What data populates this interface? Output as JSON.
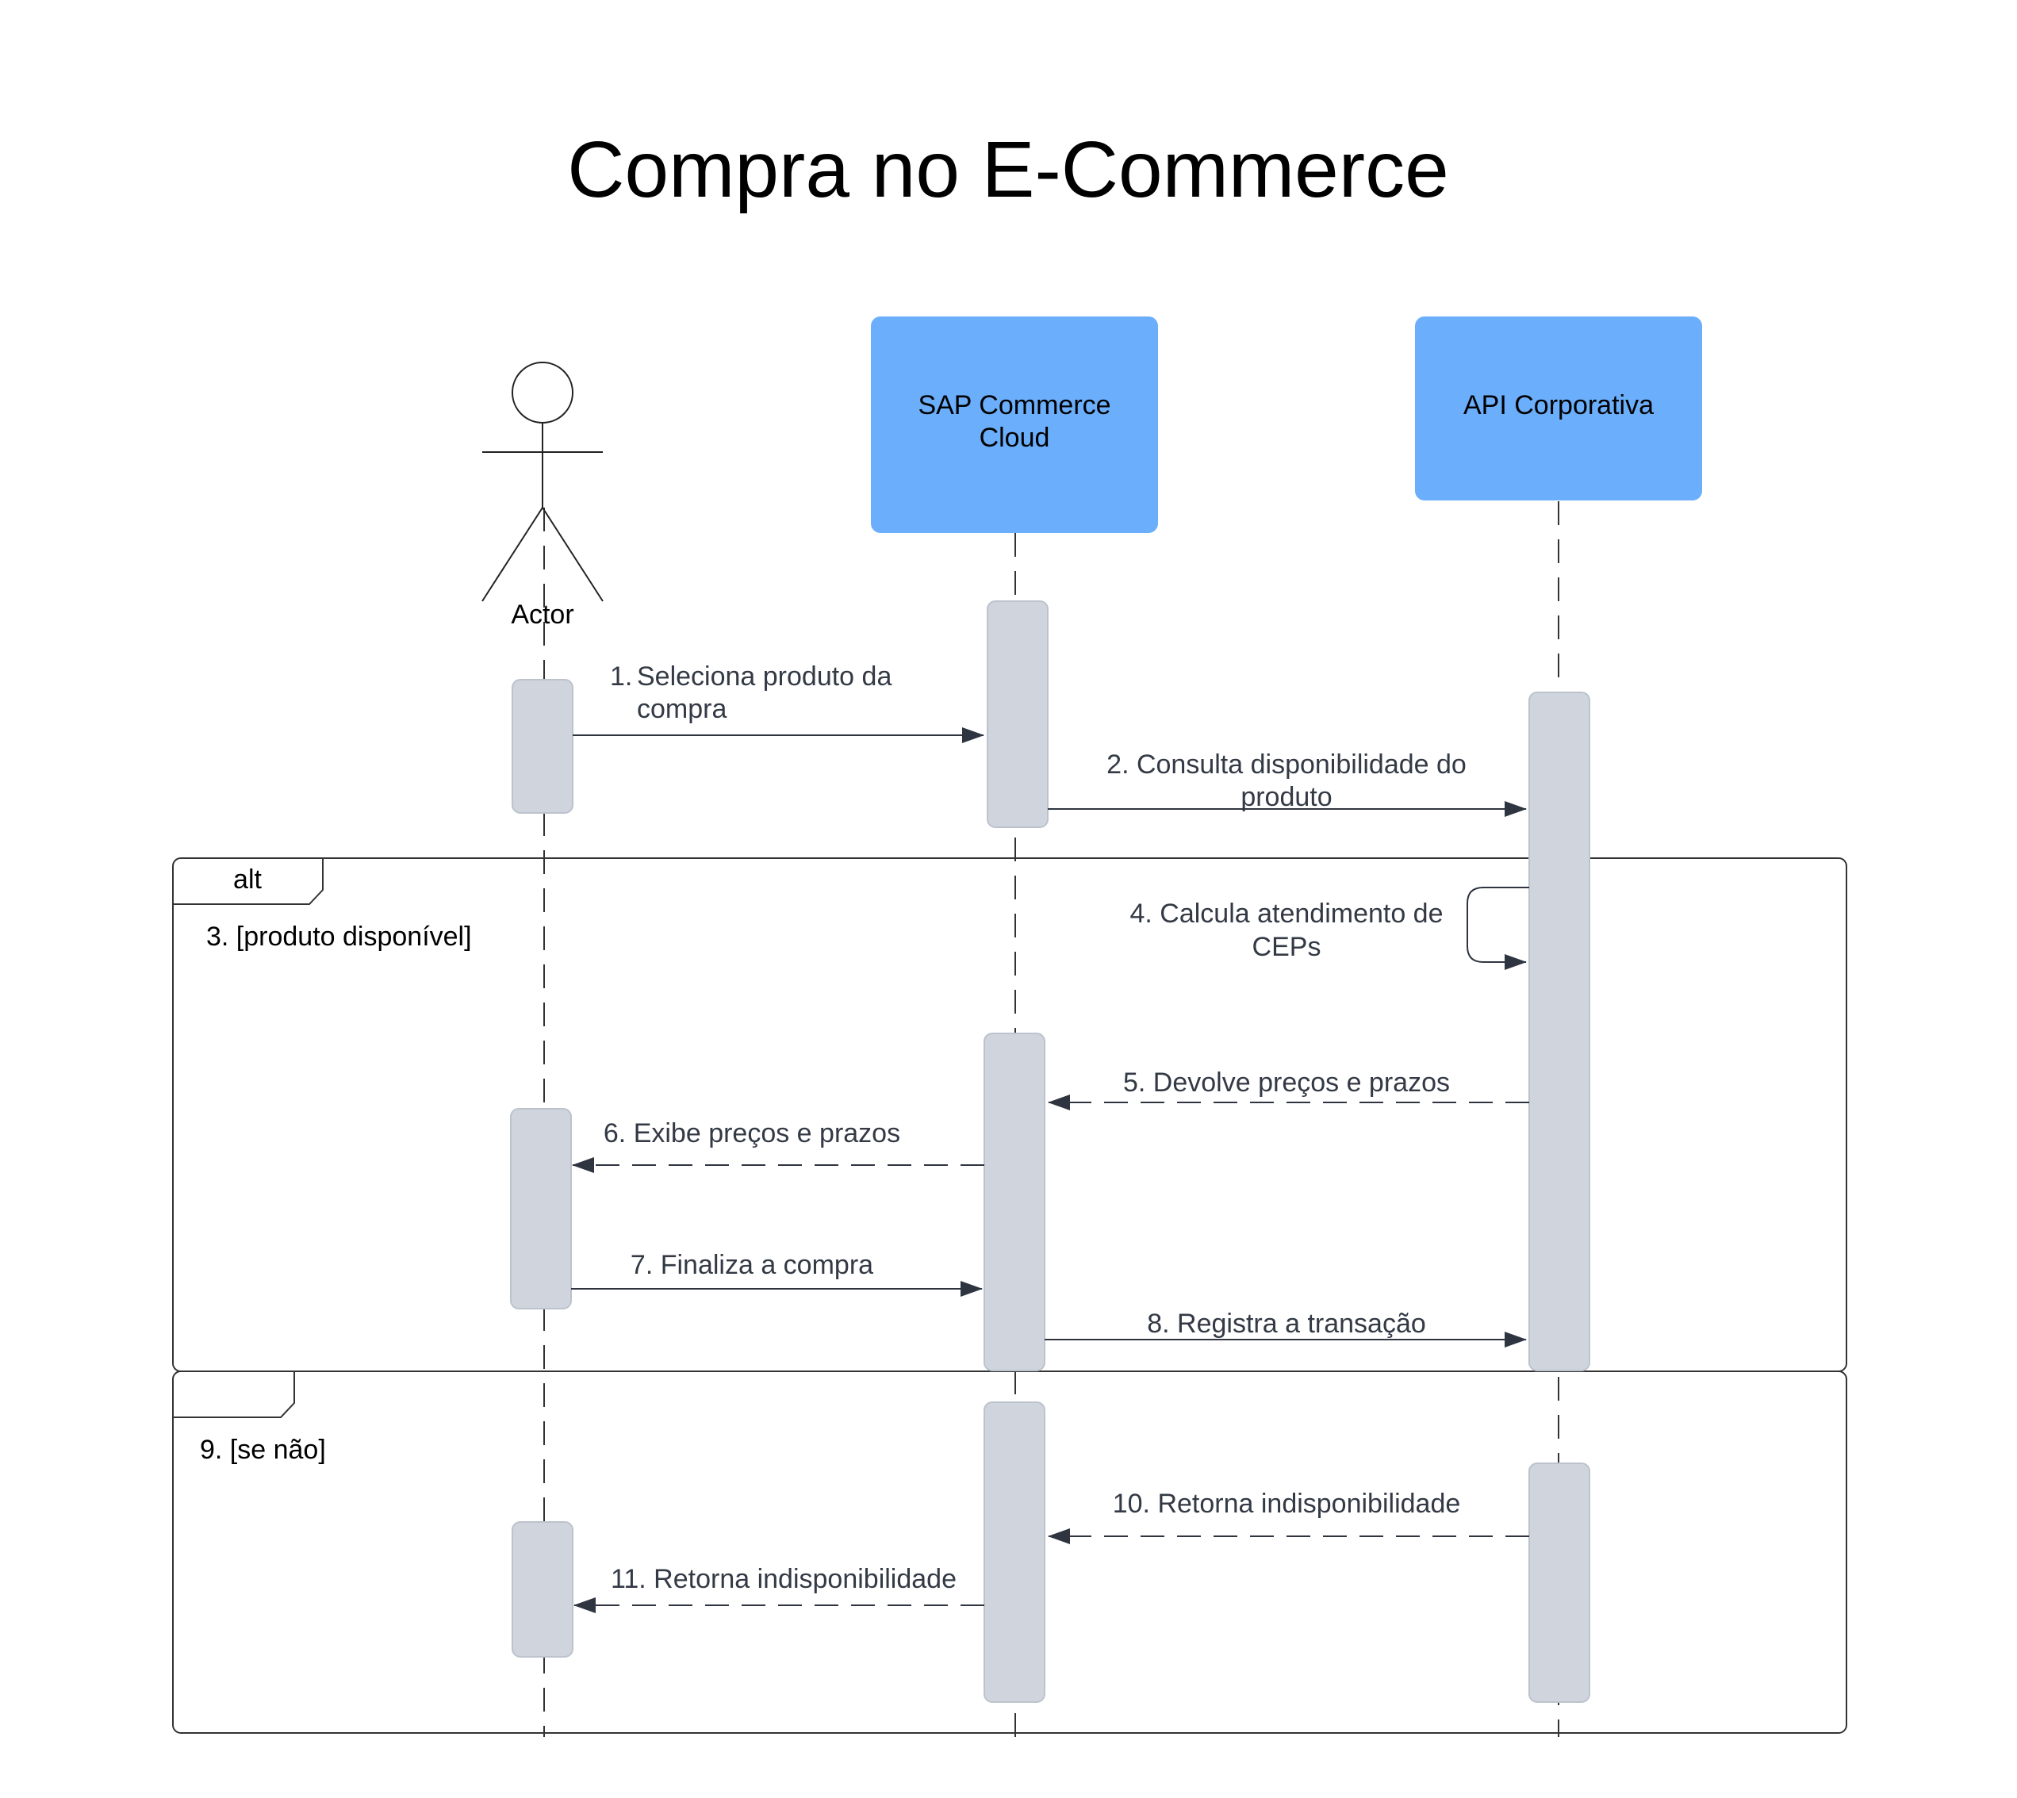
{
  "title": "Compra no E-Commerce",
  "participants": {
    "actor": "Actor",
    "sap_line1": "SAP Commerce",
    "sap_line2": "Cloud",
    "api": "API Corporativa"
  },
  "fragment": {
    "operator": "alt",
    "guard1": "3.  [produto disponível]",
    "guard2": "9.  [se não]"
  },
  "messages": {
    "m1_num": "1.",
    "m1_line1": "Seleciona produto da",
    "m1_line2": "compra",
    "m2_line1": "2. Consulta disponibilidade do",
    "m2_line2": "produto",
    "m4_line1": "4. Calcula atendimento de",
    "m4_line2": "CEPs",
    "m5": "5. Devolve preços e prazos",
    "m6": "6. Exibe preços e prazos",
    "m7": "7. Finaliza a compra",
    "m8": "8. Registra a transação",
    "m10": "10. Retorna indisponibilidade",
    "m11": "11. Retorna indisponibilidade"
  },
  "colors": {
    "participant_fill": "#6aaefc",
    "activation_fill": "#d0d5dd",
    "message_text": "#333a45"
  }
}
